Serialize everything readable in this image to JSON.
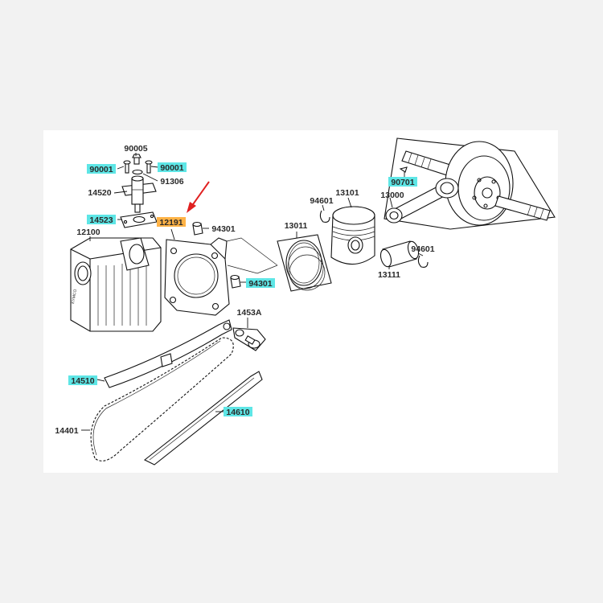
{
  "labels": {
    "p90005": "90005",
    "p90001_left": "90001",
    "p90001_right": "90001",
    "p91306": "91306",
    "p14520": "14520",
    "p14523": "14523",
    "p12100": "12100",
    "p12191": "12191",
    "p94301_top": "94301",
    "p94301_bottom": "94301",
    "p1453A": "1453A",
    "p14510": "14510",
    "p14401": "14401",
    "p14610": "14610",
    "p13011": "13011",
    "p94601_top": "94601",
    "p13101": "13101",
    "p13000": "13000",
    "p90701": "90701",
    "p94601_right": "94601",
    "p13111": "13111",
    "cylinder_brand": "KYMCO"
  },
  "colors": {
    "highlight": "#5ee6e6",
    "selected_highlight": "#ffb347",
    "callout_arrow": "#e02020",
    "line": "#111111"
  },
  "selected_part": "12191"
}
